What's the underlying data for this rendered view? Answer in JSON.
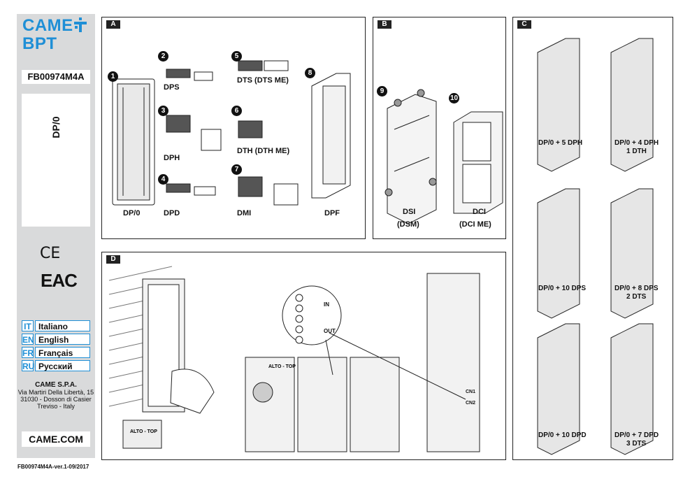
{
  "sidebar": {
    "brand_line1": "CAME",
    "brand_line2": "BPT",
    "doc_code": "FB00974M4A",
    "model": "DP/0",
    "ce_mark": "CE",
    "eac_mark": "EAC",
    "languages": [
      {
        "code": "IT",
        "name": "Italiano"
      },
      {
        "code": "EN",
        "name": "English"
      },
      {
        "code": "FR",
        "name": "Français"
      },
      {
        "code": "RU",
        "name": "Русский"
      }
    ],
    "company": {
      "name": "CAME S.P.A.",
      "address1": "Via Martiri Della Libertà, 15",
      "address2": "31030 - Dosson di Casier",
      "address3": "Treviso - Italy"
    },
    "website": "CAME.COM",
    "footer": "FB00974M4A-ver.1-09/2017"
  },
  "panel_a": {
    "tag": "A",
    "items": [
      {
        "num": "1",
        "label": "DP/0"
      },
      {
        "num": "2",
        "label": "DPS"
      },
      {
        "num": "3",
        "label": "DPH"
      },
      {
        "num": "4",
        "label": "DPD"
      },
      {
        "num": "5",
        "label": "DTS (DTS ME)"
      },
      {
        "num": "6",
        "label": "DTH (DTH ME)"
      },
      {
        "num": "7",
        "label": "DMI"
      },
      {
        "num": "8",
        "label": "DPF"
      }
    ]
  },
  "panel_b": {
    "tag": "B",
    "items": [
      {
        "num": "9",
        "label": "DSI",
        "sub": "(DSM)"
      },
      {
        "num": "10",
        "label": "DCI",
        "sub": "(DCI ME)"
      }
    ]
  },
  "panel_c": {
    "tag": "C",
    "configs": [
      {
        "line1": "DP/0 + 5 DPH",
        "line2": ""
      },
      {
        "line1": "DP/0 + 4 DPH",
        "line2": "1 DTH"
      },
      {
        "line1": "DP/0 + 10 DPS",
        "line2": ""
      },
      {
        "line1": "DP/0 + 8 DPS",
        "line2": "2 DTS"
      },
      {
        "line1": "DP/0 + 10 DPD",
        "line2": ""
      },
      {
        "line1": "DP/0 + 7 DPD",
        "line2": "3 DTS"
      }
    ]
  },
  "panel_d": {
    "tag": "D",
    "alto_top": "ALTO - TOP",
    "in_label": "IN",
    "out_label": "OUT",
    "cn1": "CN1",
    "cn2": "CN2"
  }
}
